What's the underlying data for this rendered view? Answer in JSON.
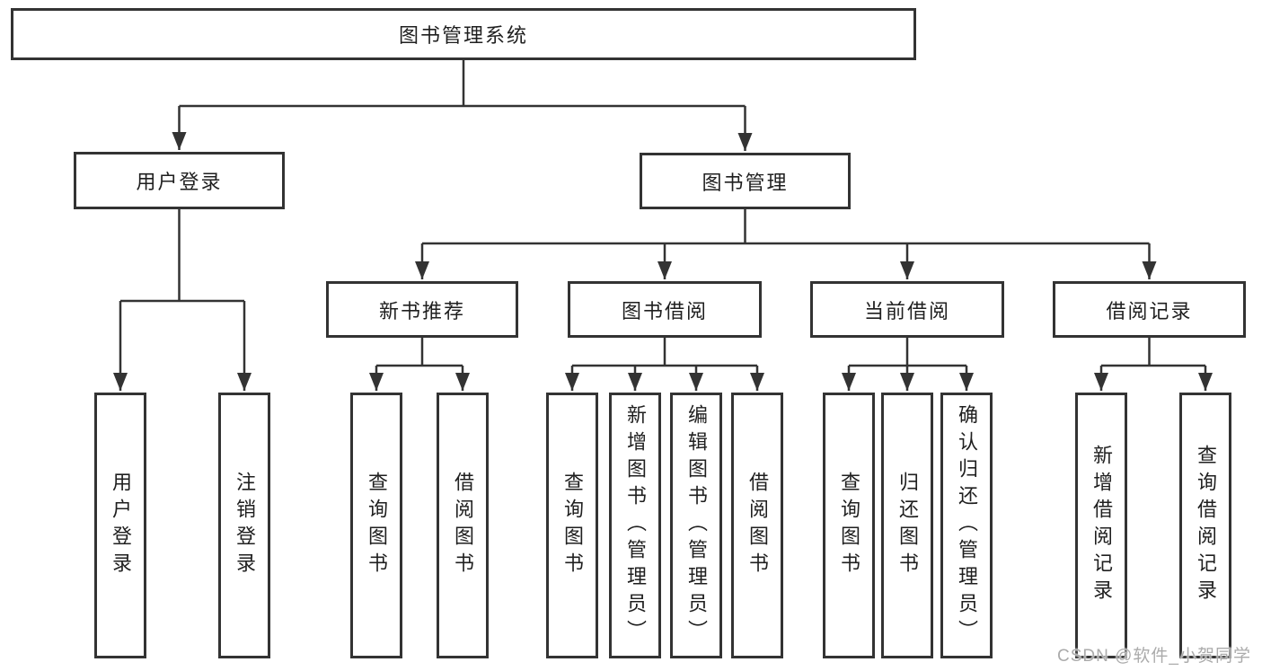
{
  "diagram": {
    "type": "hierarchy-tree",
    "tree": {
      "label": "图书管理系统",
      "children": [
        {
          "label": "用户登录",
          "children": [
            {
              "label": "用户登录"
            },
            {
              "label": "注销登录"
            }
          ]
        },
        {
          "label": "图书管理",
          "children": [
            {
              "label": "新书推荐",
              "children": [
                {
                  "label": "查询图书"
                },
                {
                  "label": "借阅图书"
                }
              ]
            },
            {
              "label": "图书借阅",
              "children": [
                {
                  "label": "查询图书"
                },
                {
                  "label": "新增图书（管理员）"
                },
                {
                  "label": "编辑图书（管理员）"
                },
                {
                  "label": "借阅图书"
                }
              ]
            },
            {
              "label": "当前借阅",
              "children": [
                {
                  "label": "查询图书"
                },
                {
                  "label": "归还图书"
                },
                {
                  "label": "确认归还（管理员）"
                }
              ]
            },
            {
              "label": "借阅记录",
              "children": [
                {
                  "label": "新增借阅记录"
                },
                {
                  "label": "查询借阅记录"
                }
              ]
            }
          ]
        }
      ]
    },
    "colors": {
      "line": "#333333",
      "box_border": "#333333",
      "box_fill": "#ffffff",
      "text": "#1f1f1f",
      "background": "#ffffff",
      "watermark": "#ababab"
    }
  },
  "watermark": {
    "text": "CSDN @软件_小贺同学"
  }
}
